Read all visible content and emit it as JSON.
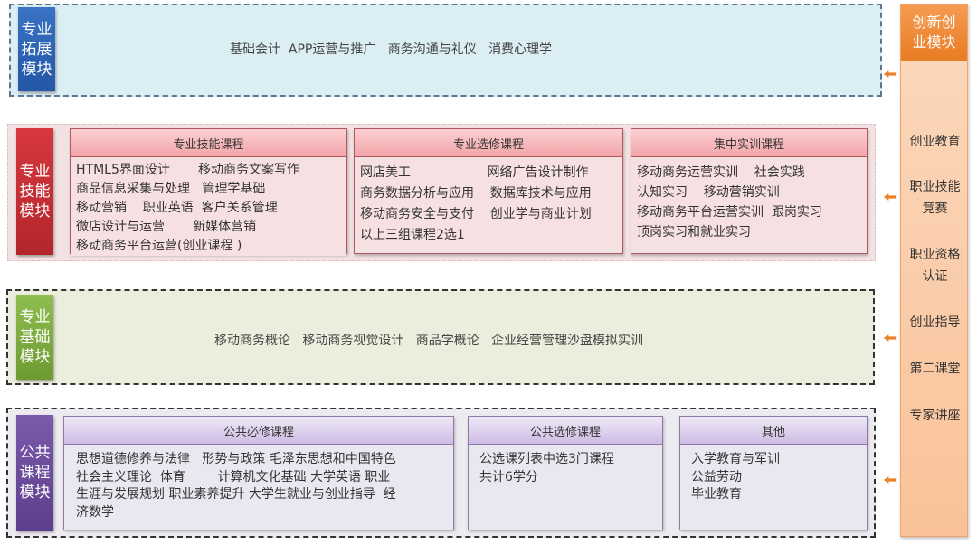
{
  "colors": {
    "expand": "#2e63b6",
    "skill": "#c22e34",
    "basic": "#7fac3e",
    "public": "#6a4b99",
    "innovation": "#ec8329"
  },
  "expand_module": {
    "tag": "专业拓展模块",
    "tag_lines": [
      "专业",
      "拓展",
      "模块"
    ],
    "courses": "基础会计  APP运营与推广   商务沟通与礼仪   消费心理学"
  },
  "skill_module": {
    "tag_lines": [
      "专业",
      "技能",
      "模块"
    ],
    "cards": [
      {
        "title": "专业技能课程",
        "lines": [
          "HTML5界面设计       移动商务文案写作",
          "商品信息采集与处理   管理学基础",
          "移动营销    职业英语  客户关系管理",
          "微店设计与运营       新媒体营销",
          "移动商务平台运营(创业课程 )"
        ]
      },
      {
        "title": "专业选修课程",
        "lines": [
          "网店美工                   网络广告设计制作",
          "商务数据分析与应用    数据库技术与应用",
          "移动商务安全与支付    创业学与商业计划",
          "以上三组课程2选1"
        ]
      },
      {
        "title": "集中实训课程",
        "lines": [
          "移动商务运营实训    社会实践",
          "认知实习    移动营销实训",
          "移动商务平台运营实训  跟岗实习",
          "顶岗实习和就业实习"
        ]
      }
    ]
  },
  "basic_module": {
    "tag_lines": [
      "专业",
      "基础",
      "模块"
    ],
    "courses": "移动商务概论   移动商务视觉设计   商品学概论   企业经营管理沙盘模拟实训"
  },
  "public_module": {
    "tag_lines": [
      "公共",
      "课程",
      "模块"
    ],
    "cards": [
      {
        "title": "公共必修课程",
        "lines": [
          "思想道德修养与法律   形势与政策 毛泽东思想和中国特色",
          "社会主义理论  体育        计算机文化基础 大学英语 职业",
          "生涯与发展规划 职业素养提升 大学生就业与创业指导  经",
          "济数学"
        ]
      },
      {
        "title": "公共选修课程",
        "lines": [
          "公选课列表中选3门课程",
          "共计6学分"
        ]
      },
      {
        "title": "其他",
        "lines": [
          "入学教育与军训",
          "公益劳动",
          "毕业教育"
        ]
      }
    ]
  },
  "innovation_module": {
    "title_lines": [
      "创新创",
      "业模块"
    ],
    "items": [
      "创业教育",
      "职业技能\n竞赛",
      "职业资格\n认证",
      "创业指导",
      "第二课堂",
      "专家讲座"
    ]
  }
}
